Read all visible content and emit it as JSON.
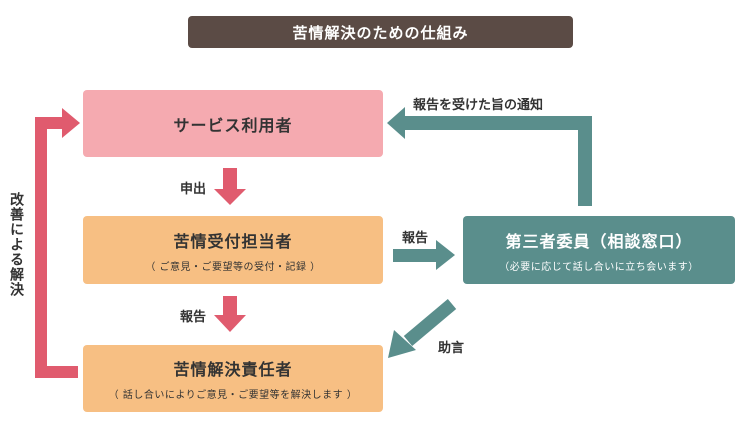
{
  "title": "苦情解決のための仕組み",
  "boxes": {
    "user": {
      "label": "サービス利用者"
    },
    "reception": {
      "label": "苦情受付担当者",
      "sub": "（ ご意見・ご要望等の受付・記録 ）"
    },
    "responsible": {
      "label": "苦情解決責任者",
      "sub": "（ 話し合いによりご意見・ご要望等を解決します ）"
    },
    "third_party": {
      "label": "第三者委員（相談窓口）",
      "sub": "（必要に応じて話し合いに立ち会います）"
    }
  },
  "arrows": {
    "offer": "申出",
    "report_down": "報告",
    "report_right": "報告",
    "advice": "助言",
    "notify": "報告を受けた旨の通知",
    "improve": "改善による解決"
  },
  "colors": {
    "title_bg": "#5b4b45",
    "pink_box": "#f5aab0",
    "orange_box": "#f7bf83",
    "teal_box": "#5a8e8c",
    "pink_arrow": "#e05b6e",
    "teal_arrow": "#5a8e8c"
  }
}
